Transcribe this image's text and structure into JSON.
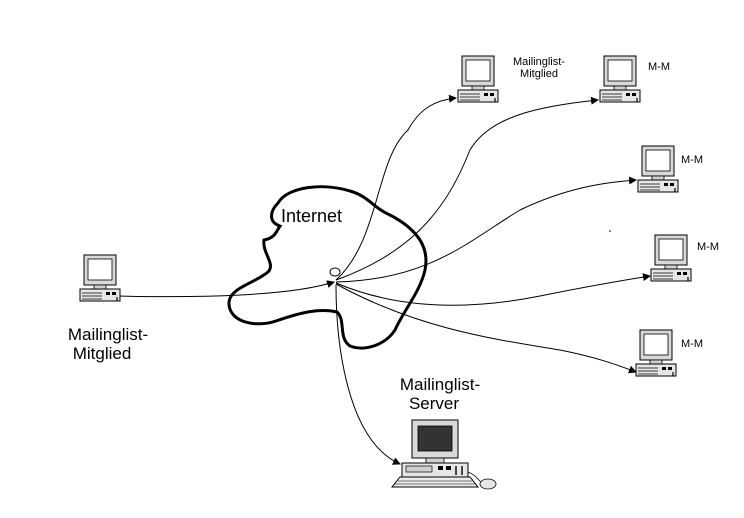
{
  "labels": {
    "internet": "Internet",
    "left_member_line1": "Mailinglist-",
    "left_member_line2": "Mitglied",
    "server_line1": "Mailinglist-",
    "server_line2": "Server",
    "top_member_line1": "Mailinglist-",
    "top_member_line2": "Mitglied",
    "mm1": "M-M",
    "mm2": "M-M",
    "mm3": "M-M",
    "mm4": "M-M"
  },
  "colors": {
    "line": "#000000",
    "monitor_frame": "#d9d9d9",
    "server_screen": "#333333"
  },
  "icons": {
    "member": "workstation-icon",
    "server": "server-workstation-icon",
    "network": "cloud-icon"
  }
}
